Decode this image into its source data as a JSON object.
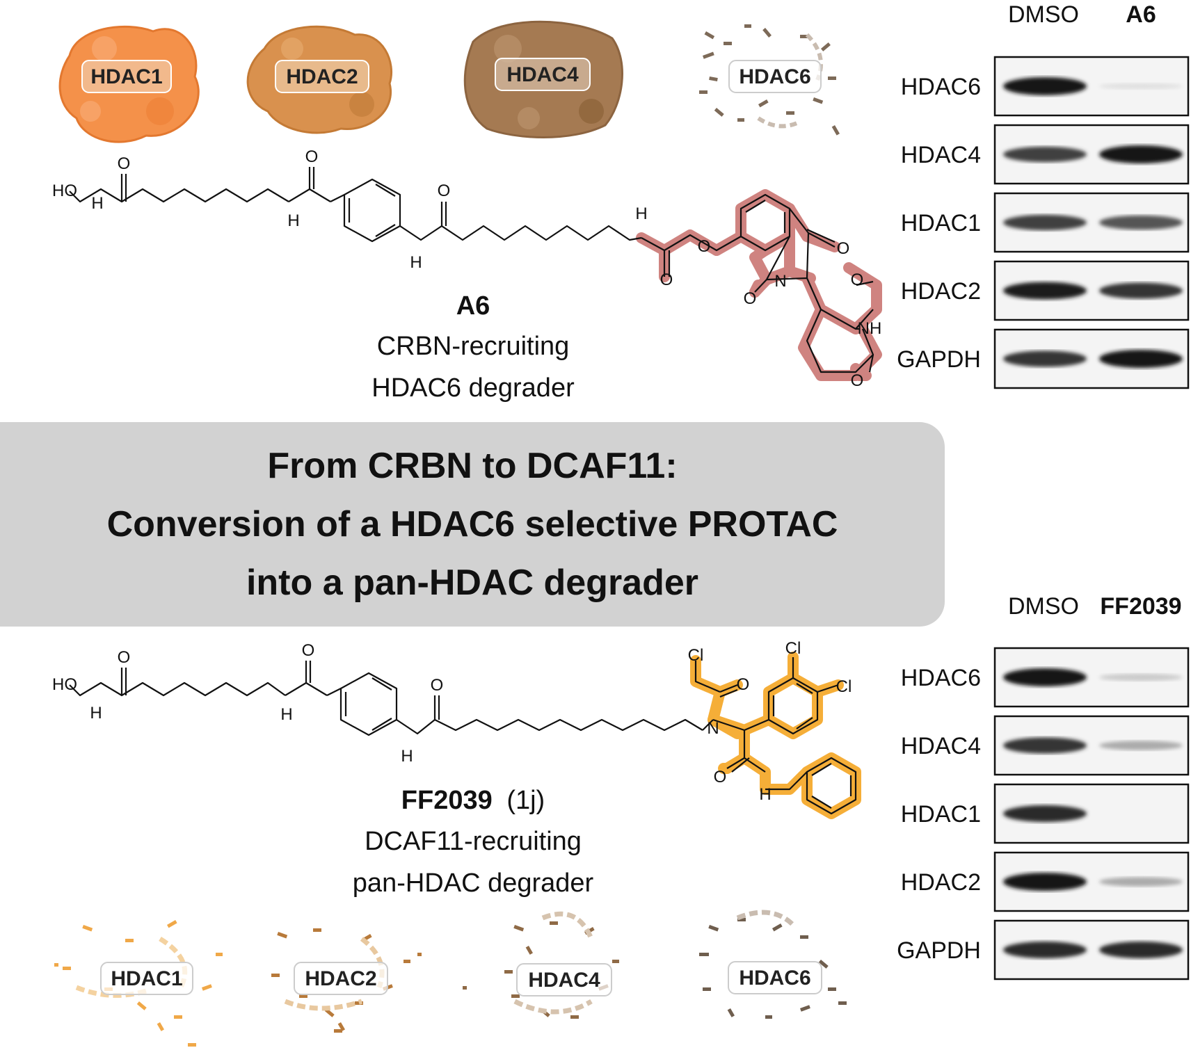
{
  "title_lines": [
    "From CRBN to DCAF11:",
    "Conversion of a HDAC6 selective PROTAC",
    "into a pan-HDAC degrader"
  ],
  "top": {
    "proteins": [
      "HDAC1",
      "HDAC2",
      "HDAC4",
      "HDAC6"
    ],
    "compound_name": "A6",
    "compound_desc": [
      "CRBN-recruiting",
      "HDAC6 degrader"
    ],
    "blot": {
      "lane_labels": [
        "DMSO",
        "A6"
      ],
      "rows": [
        {
          "label": "HDAC6",
          "dmso": 1.0,
          "treated": 0.05
        },
        {
          "label": "HDAC4",
          "dmso": 0.8,
          "treated": 1.0
        },
        {
          "label": "HDAC1",
          "dmso": 0.8,
          "treated": 0.7
        },
        {
          "label": "HDAC2",
          "dmso": 0.95,
          "treated": 0.85
        },
        {
          "label": "GAPDH",
          "dmso": 0.85,
          "treated": 1.0
        }
      ]
    },
    "atoms": {
      "o": "O",
      "nh": "H",
      "n": "N",
      "ho": "HO",
      "imide_nh": "NH"
    }
  },
  "bottom": {
    "proteins": [
      "HDAC1",
      "HDAC2",
      "HDAC4",
      "HDAC6"
    ],
    "compound_name": "FF2039",
    "compound_suffix": "(1j)",
    "compound_desc": [
      "DCAF11-recruiting",
      "pan-HDAC degrader"
    ],
    "blot": {
      "lane_labels": [
        "DMSO",
        "FF2039"
      ],
      "rows": [
        {
          "label": "HDAC6",
          "dmso": 1.0,
          "treated": 0.15
        },
        {
          "label": "HDAC4",
          "dmso": 0.85,
          "treated": 0.3
        },
        {
          "label": "HDAC1",
          "dmso": 0.9,
          "treated": 0.0
        },
        {
          "label": "HDAC2",
          "dmso": 1.0,
          "treated": 0.3
        },
        {
          "label": "GAPDH",
          "dmso": 0.9,
          "treated": 0.9
        }
      ]
    },
    "atoms": {
      "cl": "Cl",
      "o": "O",
      "n": "N",
      "h": "H",
      "ho": "HO"
    }
  },
  "colors": {
    "hdac1": "#f4914a",
    "hdac2": "#d9914e",
    "hdac4": "#a57a52",
    "hdac6": "#7d6a58",
    "crbn_ligand": "#c76e6a",
    "dcaf11_ligand": "#f5a623",
    "banner": "#d2d2d2"
  }
}
